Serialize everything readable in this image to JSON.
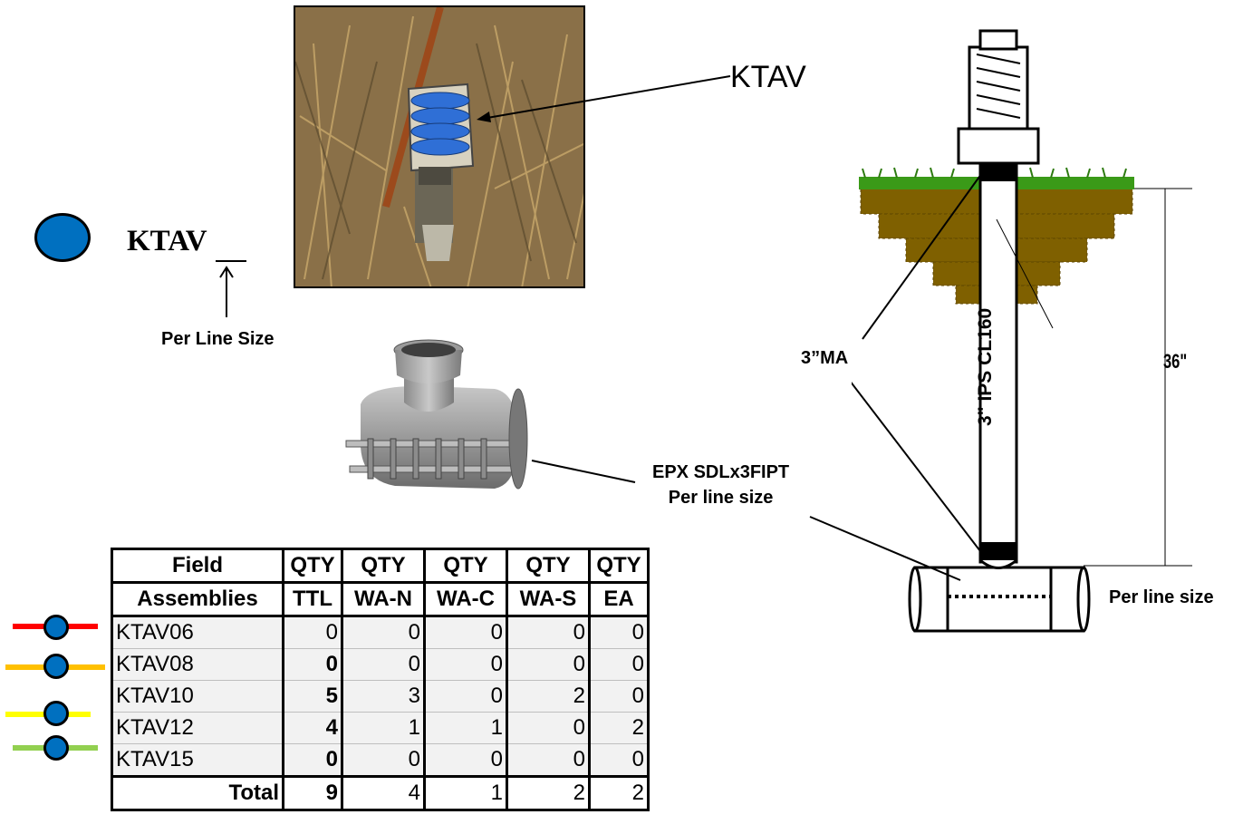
{
  "callouts": {
    "ktav": "KTAV",
    "legend_label": "KTAV",
    "per_line_size_upper": "Per Line Size",
    "saddle_line1": "EPX SDLx3FIPT",
    "saddle_line2": "Per line size",
    "ma": "3”MA",
    "depth": "36\"",
    "pipe": "3\" IPS CL160",
    "per_line_size_lower": "Per line size"
  },
  "colors": {
    "node_fill": "#0070c0",
    "line_ktav06": "#ff0000",
    "line_ktav08": "#ffc000",
    "line_ktav10": "#ffff00",
    "line_ktav12": "#92d050"
  },
  "table": {
    "headers_row1": [
      "Field",
      "QTY",
      "QTY",
      "QTY",
      "QTY",
      "QTY"
    ],
    "headers_row2": [
      "Assemblies",
      "TTL",
      "WA-N",
      "WA-C",
      "WA-S",
      "EA"
    ],
    "rows": [
      {
        "name": "KTAV06",
        "ttl": "0",
        "wan": "0",
        "wac": "0",
        "was": "0",
        "ea": "0"
      },
      {
        "name": "KTAV08",
        "ttl": "0",
        "wan": "0",
        "wac": "0",
        "was": "0",
        "ea": "0"
      },
      {
        "name": "KTAV10",
        "ttl": "5",
        "wan": "3",
        "wac": "0",
        "was": "2",
        "ea": "0"
      },
      {
        "name": "KTAV12",
        "ttl": "4",
        "wan": "1",
        "wac": "1",
        "was": "0",
        "ea": "2"
      },
      {
        "name": "KTAV15",
        "ttl": "0",
        "wan": "0",
        "wac": "0",
        "was": "0",
        "ea": "0"
      }
    ],
    "total": {
      "label": "Total",
      "ttl": "9",
      "wan": "4",
      "wac": "1",
      "was": "2",
      "ea": "2"
    }
  }
}
